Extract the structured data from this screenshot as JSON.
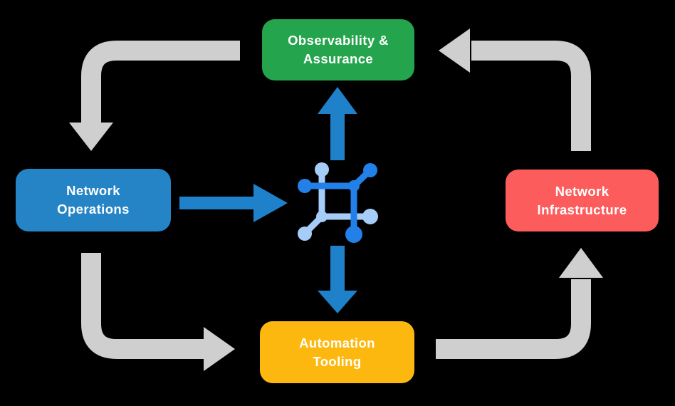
{
  "diagram": {
    "background_color": "#000000",
    "nodes": {
      "observability": {
        "label": "Observability &\nAssurance",
        "color": "#24a44c"
      },
      "operations": {
        "label": "Network\nOperations",
        "color": "#2484c6"
      },
      "infrastructure": {
        "label": "Network\nInfrastructure",
        "color": "#fc5c5c"
      },
      "automation": {
        "label": "Automation\nTooling",
        "color": "#fcb80f"
      }
    },
    "center_icon": {
      "name": "network-platform-icon",
      "color_dark": "#2380e8",
      "color_light": "#a6ccf8"
    },
    "arrows": {
      "cycle_color": "#cfcfcf",
      "flow_color": "#1e81c9",
      "cycle": [
        {
          "from": "observability",
          "to": "operations",
          "direction": "down"
        },
        {
          "from": "operations",
          "to": "automation",
          "direction": "right"
        },
        {
          "from": "automation",
          "to": "infrastructure",
          "direction": "up"
        },
        {
          "from": "infrastructure",
          "to": "observability",
          "direction": "left"
        }
      ],
      "flows": [
        {
          "from": "operations",
          "to": "center-icon"
        },
        {
          "from": "center-icon",
          "to": "observability"
        },
        {
          "from": "center-icon",
          "to": "automation"
        }
      ]
    }
  }
}
